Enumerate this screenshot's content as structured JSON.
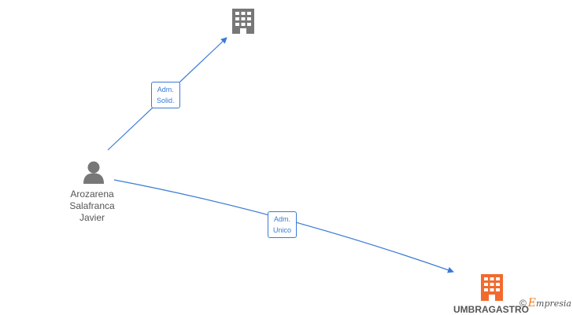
{
  "nodes": {
    "person": {
      "name_lines": [
        "Arozarena",
        "Salafranca",
        "Javier"
      ]
    },
    "company_top": {
      "name": ""
    },
    "company_bottom": {
      "name": "UMBRAGASTRO"
    }
  },
  "edges": {
    "to_top": {
      "label_lines": [
        "Adm.",
        "Solid."
      ]
    },
    "to_bottom": {
      "label_lines": [
        "Adm.",
        "Unico"
      ]
    }
  },
  "brand": {
    "copyright": "©",
    "logo_e": "E",
    "logo_rest": "mpresia"
  },
  "colors": {
    "edge": "#3a7bd5",
    "company_top": "#777777",
    "company_bottom": "#f26a2e",
    "person": "#777777"
  }
}
